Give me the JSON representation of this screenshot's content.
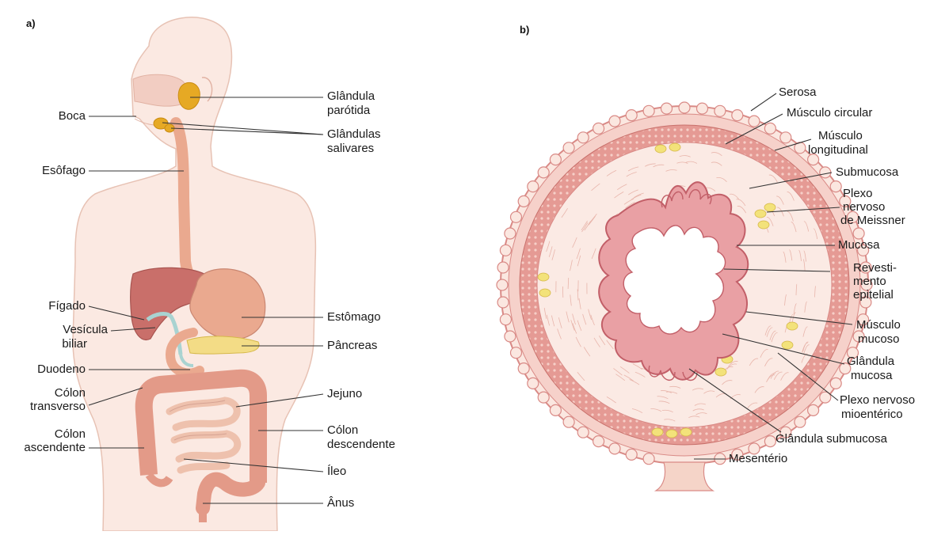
{
  "panel_a": {
    "letter": "a)",
    "labels": {
      "boca": "Boca",
      "esofago": "Esôfago",
      "glandula_parotida_1": "Glândula",
      "glandula_parotida_2": "parótida",
      "glandulas_salivares_1": "Glândulas",
      "glandulas_salivares_2": "salivares",
      "figado": "Fígado",
      "vesicula_1": "Vesícula",
      "vesicula_2": "biliar",
      "duodeno": "Duodeno",
      "colon_transverso_1": "Cólon",
      "colon_transverso_2": "transverso",
      "colon_ascendente_1": "Cólon",
      "colon_ascendente_2": "ascendente",
      "estomago": "Estômago",
      "pancreas": "Pâncreas",
      "jejuno": "Jejuno",
      "colon_descendente_1": "Cólon",
      "colon_descendente_2": "descendente",
      "ileo": "Íleo",
      "anus": "Ânus"
    }
  },
  "panel_b": {
    "letter": "b)",
    "labels": {
      "serosa": "Serosa",
      "musculo_circular": "Músculo circular",
      "musculo_longitudinal_1": "Músculo",
      "musculo_longitudinal_2": "longitudinal",
      "submucosa": "Submucosa",
      "plexo_meissner_1": "Plexo",
      "plexo_meissner_2": "nervoso",
      "plexo_meissner_3": "de Meissner",
      "mucosa": "Mucosa",
      "revestimento_1": "Revesti-",
      "revestimento_2": "mento",
      "revestimento_3": "epitelial",
      "musculo_mucoso_1": "Músculo",
      "musculo_mucoso_2": "mucoso",
      "glandula_mucosa_1": "Glândula",
      "glandula_mucosa_2": "mucosa",
      "plexo_mioenterico_1": "Plexo nervoso",
      "plexo_mioenterico_2": "mioentérico",
      "glandula_submucosa": "Glândula submucosa",
      "mesenterio": "Mesentério"
    }
  },
  "colors": {
    "skin": "#f9e4dc",
    "skin_outline": "#e9c3b6",
    "organ": "#e9a48c",
    "liver": "#c96f6a",
    "gland": "#e6a924",
    "pancreas": "#f3dc86",
    "gallbladder": "#a9d3d1",
    "muscle": "#e5958f",
    "mucosa": "#d98088",
    "submucosa": "#f8e3dd",
    "plexus": "#f3e27a"
  }
}
